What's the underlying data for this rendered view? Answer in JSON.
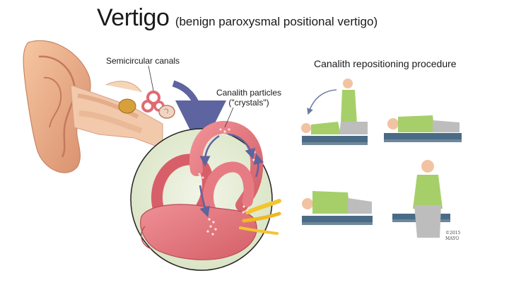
{
  "title": {
    "main": "Vertigo",
    "subtitle": "(benign paroxysmal positional vertigo)"
  },
  "labels": {
    "semicircular_canals": "Semicircular canals",
    "canalith_particles_line1": "Canalith particles",
    "canalith_particles_line2": "(\"crystals\")",
    "procedure_title": "Canalith repositioning procedure"
  },
  "copyright": {
    "line1": "©2015",
    "line2": "MAYO"
  },
  "colors": {
    "skin": "#f2b58f",
    "ear_shadow": "#c98466",
    "inner_ear": "#e57a80",
    "inner_ear_dark": "#c4555d",
    "crystals": "#f6d2d4",
    "arrow": "#6a6fa8",
    "circle_bg": "#e8eed9",
    "shirt": "#a6cf6a",
    "pants": "#bdbdbd",
    "table": "#4a6b86",
    "nerve": "#f3c52e"
  }
}
